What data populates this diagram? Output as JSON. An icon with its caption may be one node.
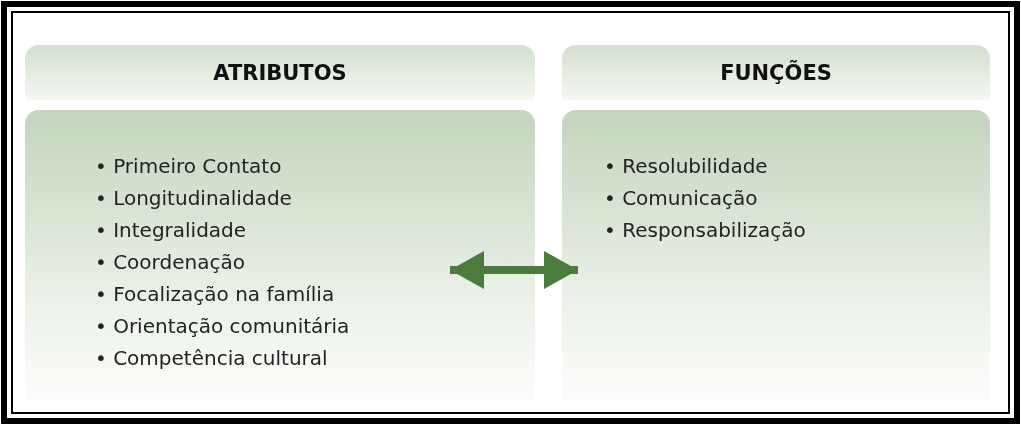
{
  "diagram": {
    "nodes": [
      {
        "text": [
          "ATRIBUTOS"
        ]
      },
      {
        "text": [
          "• Primeiro Contato",
          "• Longitudinalidade",
          "• Integralidade",
          "• Coordenação",
          "• Focalização na família",
          "• Orientação comunitária",
          "• Competência cultural"
        ]
      },
      {
        "text": [
          "FUNÇÕES"
        ]
      },
      {
        "text": [
          "• Resolubilidade",
          "• Comunicação",
          "• Responsabilização"
        ]
      }
    ],
    "edges": [
      {
        "from": 1,
        "to": 3,
        "arrow": "both",
        "color": "#4d7a3d"
      }
    ]
  }
}
